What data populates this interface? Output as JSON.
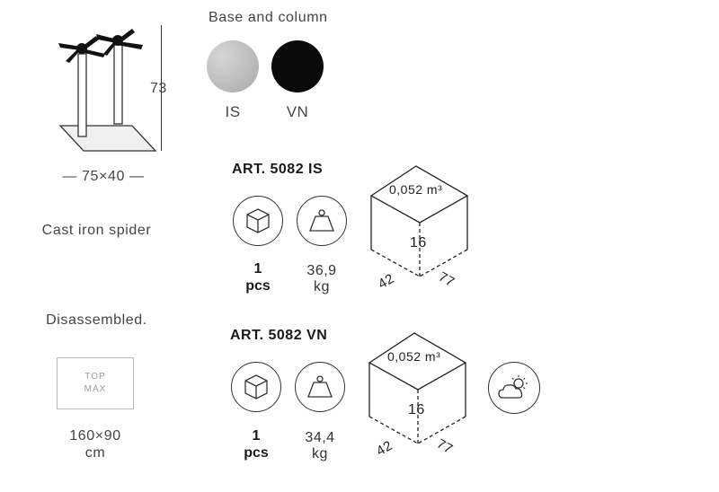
{
  "product": {
    "height": "73",
    "footprint": "— 75×40 —",
    "base_type": "Cast iron spider",
    "assembly": "Disassembled.",
    "top_max_line1": "TOP",
    "top_max_line2": "MAX",
    "top_max_size_line1": "160×90",
    "top_max_size_line2": "cm"
  },
  "finishes": {
    "title": "Base and column",
    "items": [
      {
        "code": "IS",
        "color": "#b9b9b9"
      },
      {
        "code": "VN",
        "color": "#0a0a0a"
      }
    ]
  },
  "articles": [
    {
      "name": "ART. 5082 IS",
      "qty_value": "1",
      "qty_unit": "pcs",
      "weight_value": "36,9",
      "weight_unit": "kg",
      "box_volume": "0,052 m³",
      "box_height": "16",
      "box_depth": "42",
      "box_width": "77"
    },
    {
      "name": "ART. 5082 VN",
      "qty_value": "1",
      "qty_unit": "pcs",
      "weight_value": "34,4",
      "weight_unit": "kg",
      "box_volume": "0,052 m³",
      "box_height": "16",
      "box_depth": "42",
      "box_width": "77"
    }
  ]
}
